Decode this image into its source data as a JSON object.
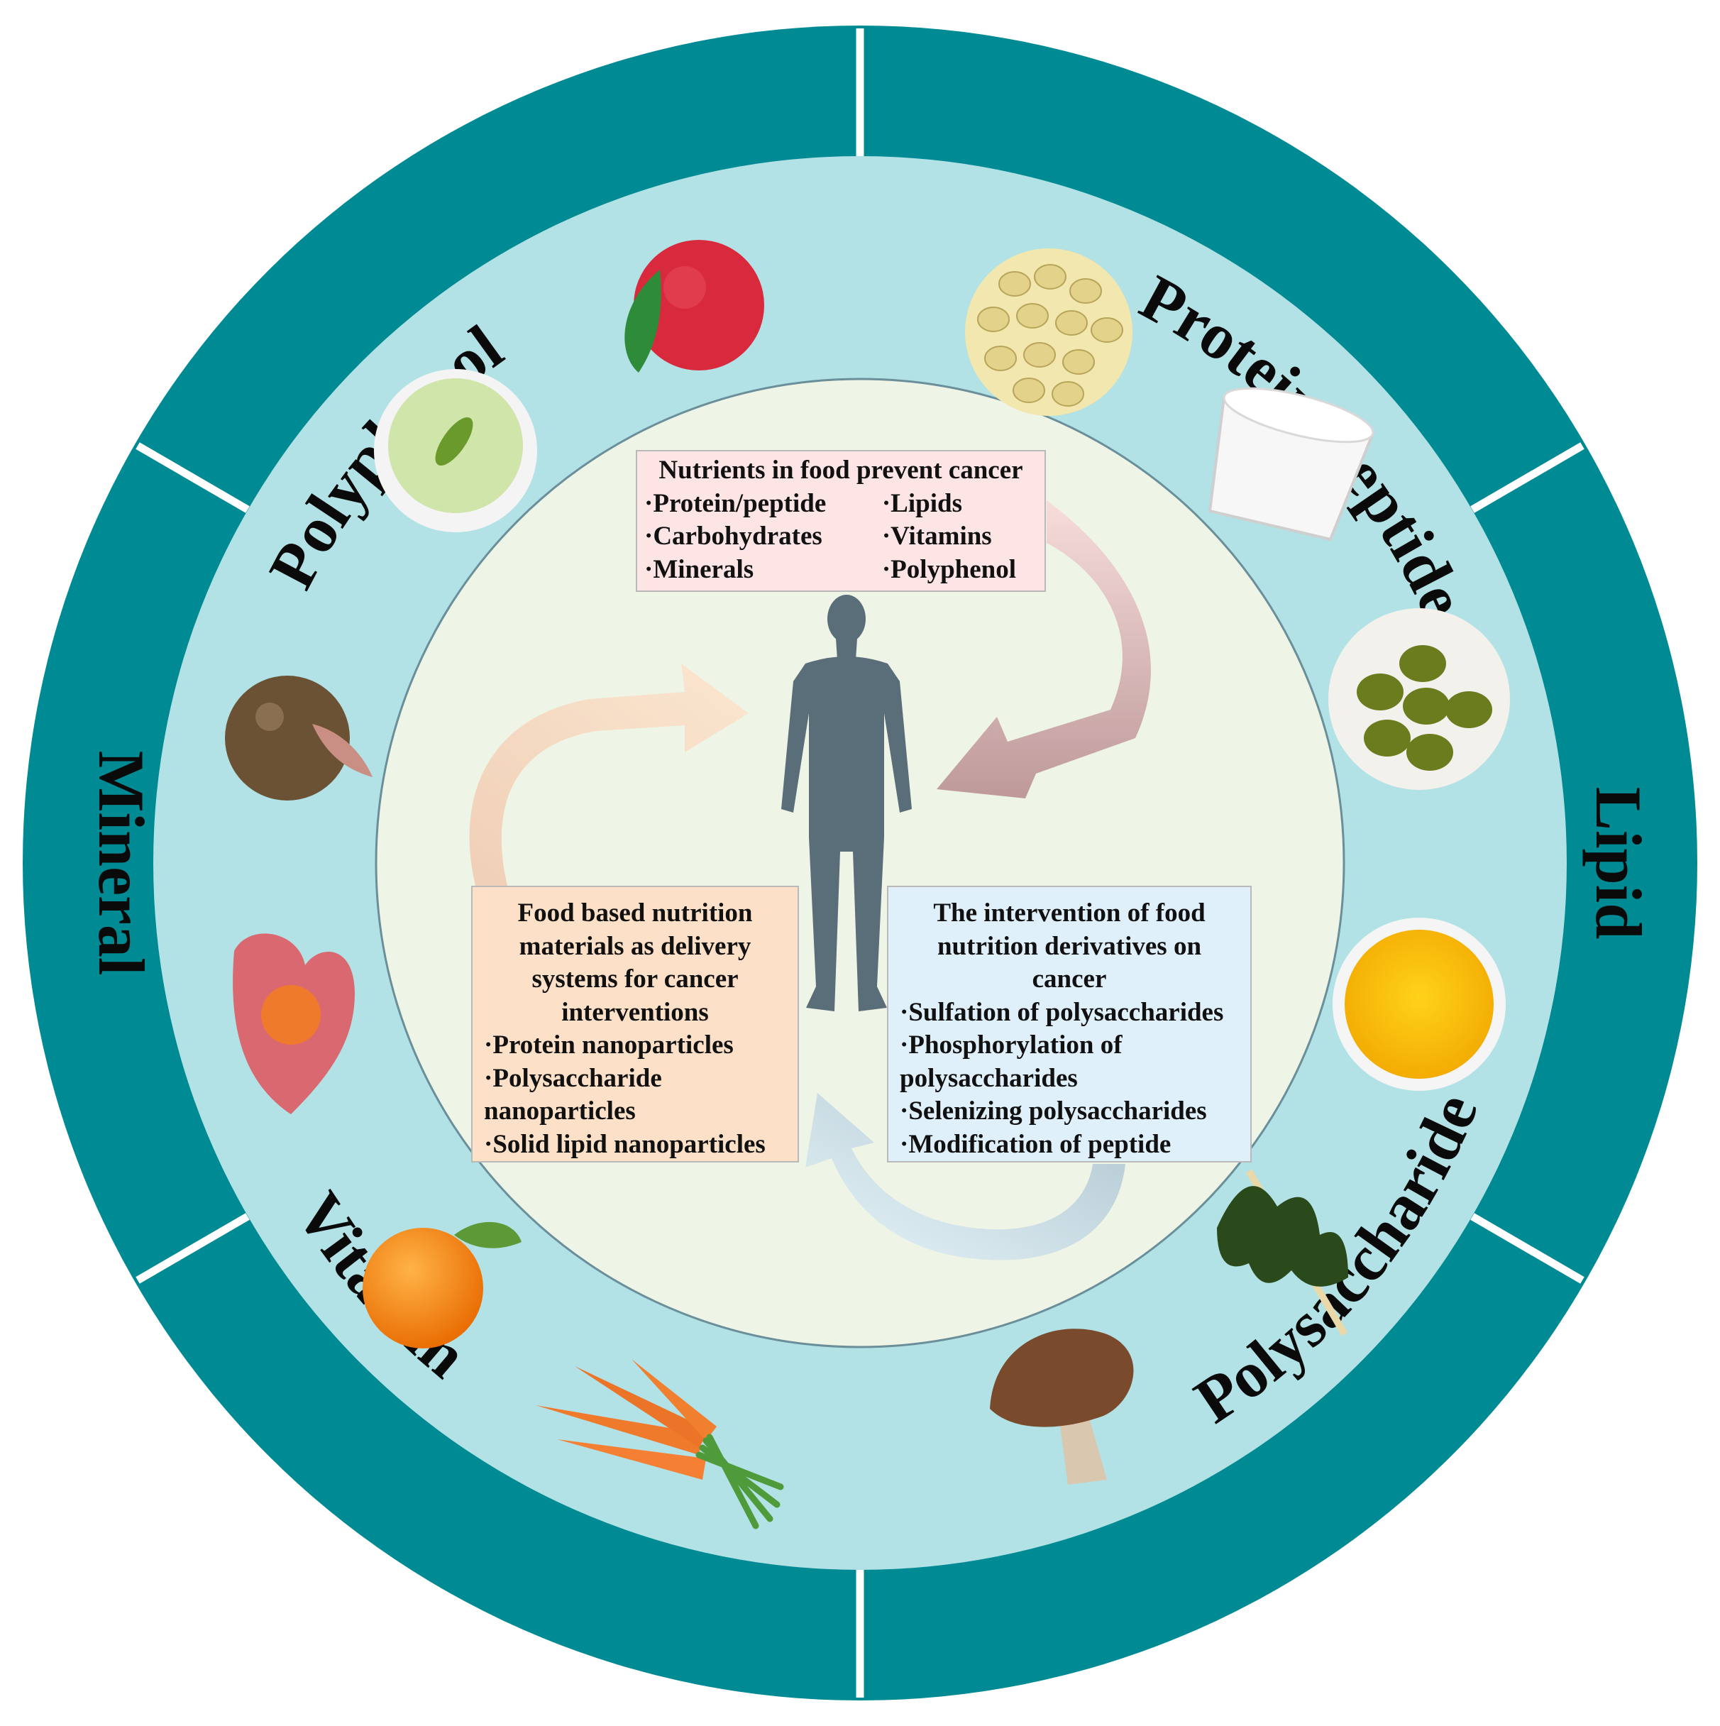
{
  "segments": [
    {
      "label": "Polyphenol"
    },
    {
      "label": "Protein/Peptide"
    },
    {
      "label": "Lipid"
    },
    {
      "label": "Polysaccharide"
    },
    {
      "label": "Vitamin"
    },
    {
      "label": "Mineral"
    }
  ],
  "colors": {
    "outer_ring": "#008a93",
    "middle_ring": "#b2e2e5",
    "inner_circle": "#eff5e6",
    "human": "#5a6e7a",
    "box_nutrients": "#fde5e6",
    "box_delivery": "#fde0c8",
    "box_intervention": "#dff0fb"
  },
  "food_icons": [
    "tea-cup-icon",
    "bayberry-icon",
    "soybeans-icon",
    "milk-glass-icon",
    "olives-icon",
    "oil-bowl-icon",
    "kelp-icon",
    "mushroom-icon",
    "carrots-icon",
    "orange-icon",
    "scallop-icon",
    "taro-icon"
  ],
  "boxes": {
    "nutrients": {
      "title": "Nutrients in food prevent cancer",
      "left_items": [
        "·Protein/peptide",
        "·Carbohydrates",
        "·Minerals"
      ],
      "right_items": [
        "·Lipids",
        "·Vitamins",
        "·Polyphenol"
      ]
    },
    "delivery": {
      "title_lines": [
        "Food based nutrition",
        "materials as delivery",
        "systems for cancer",
        "interventions"
      ],
      "items": [
        "·Protein nanoparticles",
        "·Polysaccharide",
        "nanoparticles",
        "·Solid lipid nanoparticles"
      ]
    },
    "intervention": {
      "title_lines": [
        "The intervention of food",
        "nutrition derivatives on",
        "cancer"
      ],
      "items": [
        "·Sulfation of polysaccharides",
        "·Phosphorylation of",
        "polysaccharides",
        "·Selenizing polysaccharides",
        "·Modification of peptide"
      ]
    }
  }
}
